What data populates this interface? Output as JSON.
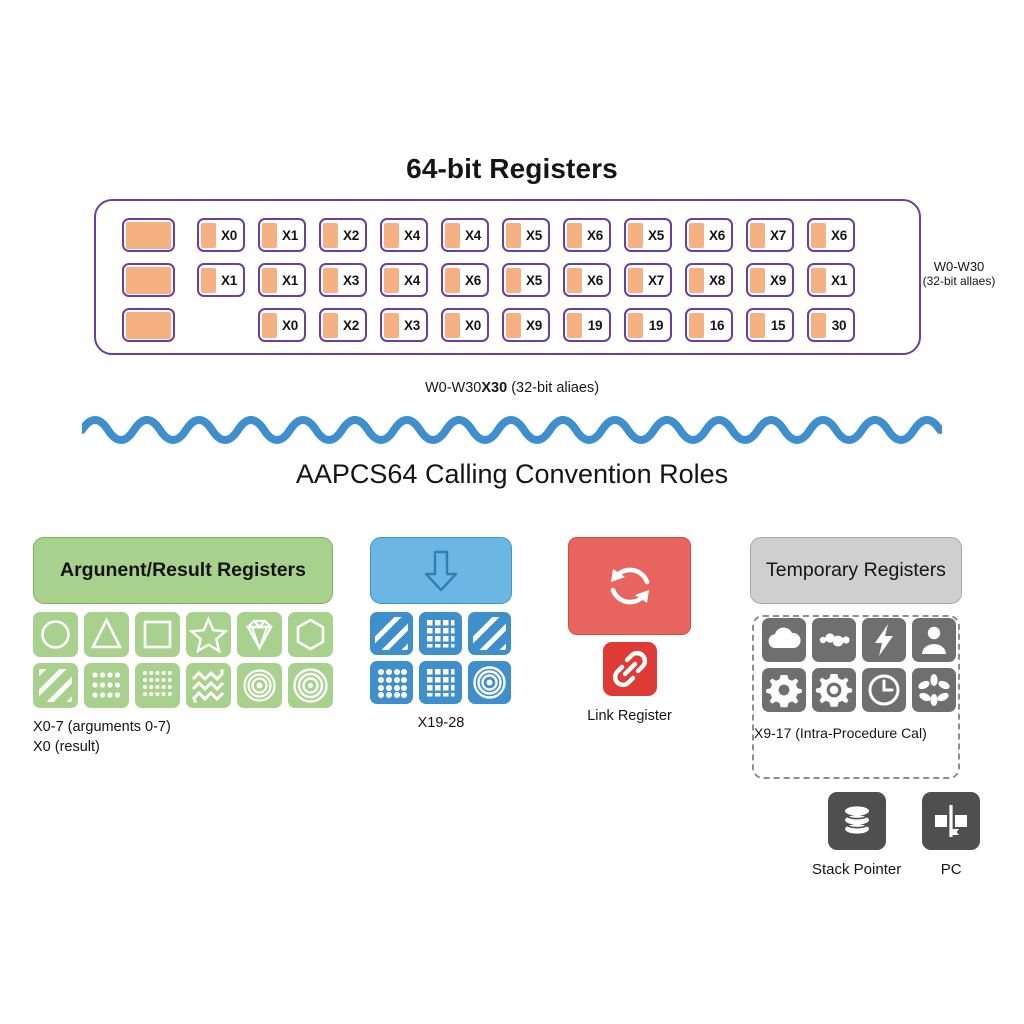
{
  "sections": {
    "registers_title": "64-bit Registers",
    "roles_title": "AAPCS64 Calling Convention Roles",
    "alias_caption_main": "W0-W30 ",
    "alias_caption_overlap": "X30",
    "alias_caption_tail": " (32-bit aliaes)"
  },
  "register_bank": {
    "alias_side_line1": "W0-W30",
    "alias_side_line2": "(32-bit allaes)",
    "rows": [
      {
        "name": "row-1",
        "chips": [
          "",
          "X0",
          "X1",
          "X2",
          "X4",
          "X4",
          "X5",
          "X6",
          "X5",
          "X6",
          "X7",
          "X6"
        ]
      },
      {
        "name": "row-2",
        "chips": [
          "",
          "X1",
          "X1",
          "X3",
          "X4",
          "X6",
          "X5",
          "X6",
          "X7",
          "X8",
          "X9",
          "X1"
        ]
      },
      {
        "name": "row-3",
        "chips": [
          "",
          "",
          "X0",
          "X2",
          "X3",
          "X0",
          "X9",
          "19",
          "19",
          "16",
          "15",
          "30"
        ]
      }
    ]
  },
  "role_cards": [
    {
      "key": "arguments",
      "title": "Argunent/Result Registers",
      "caption_line1": "X0-7 (arguments 0-7)",
      "caption_line2": "X0 (result)",
      "color": "#a9d18e",
      "icons": [
        "circle-icon",
        "triangle-icon",
        "square-icon",
        "star-icon",
        "diamond-icon",
        "hexagon-icon",
        "diagonal-stripes-icon",
        "dot-grid-icon",
        "dense-dot-grid-icon",
        "zigzag-icon",
        "concentric-circles-icon",
        "concentric-rings-icon"
      ]
    },
    {
      "key": "callee_saved",
      "title": "",
      "caption_line1": "X19-28",
      "caption_line2": "",
      "color": "#3f8fcc",
      "head_icon": "down-arrow-icon",
      "icons": [
        "diagonal-stripes-icon",
        "grid-icon",
        "diagonal-stripes-icon",
        "dot-grid-icon",
        "grid-icon",
        "concentric-circles-icon"
      ]
    },
    {
      "key": "link_register",
      "title": "",
      "caption_line1": "Link Register",
      "caption_line2": "",
      "color": "#de3b36",
      "head_icon": "refresh-cycle-icon",
      "icons": [
        "chain-link-icon"
      ]
    },
    {
      "key": "temporary",
      "title": "Temporary Registers",
      "caption_line1": "X9-17 (Intra-Procedure Cal)",
      "caption_line2": "",
      "color": "#6f6f6f",
      "icons": [
        "cloud-icon",
        "dots-icon",
        "lightning-icon",
        "person-icon",
        "gear-icon",
        "gear-circle-icon",
        "clock-icon",
        "asterisk-icon"
      ]
    }
  ],
  "special_registers": [
    {
      "key": "stack_pointer",
      "label": "Stack Pointer",
      "icon": "stack-disc-icon"
    },
    {
      "key": "pc",
      "label": "PC",
      "icon": "program-counter-flag-icon"
    }
  ],
  "colors": {
    "register_border": "#6b3fa0",
    "register_fill": "#f6b183",
    "wave": "#3f8fcc",
    "green": "#a9d18e",
    "blue": "#6cb6e3",
    "red": "#e8645f",
    "gray": "#cfcfcf"
  }
}
